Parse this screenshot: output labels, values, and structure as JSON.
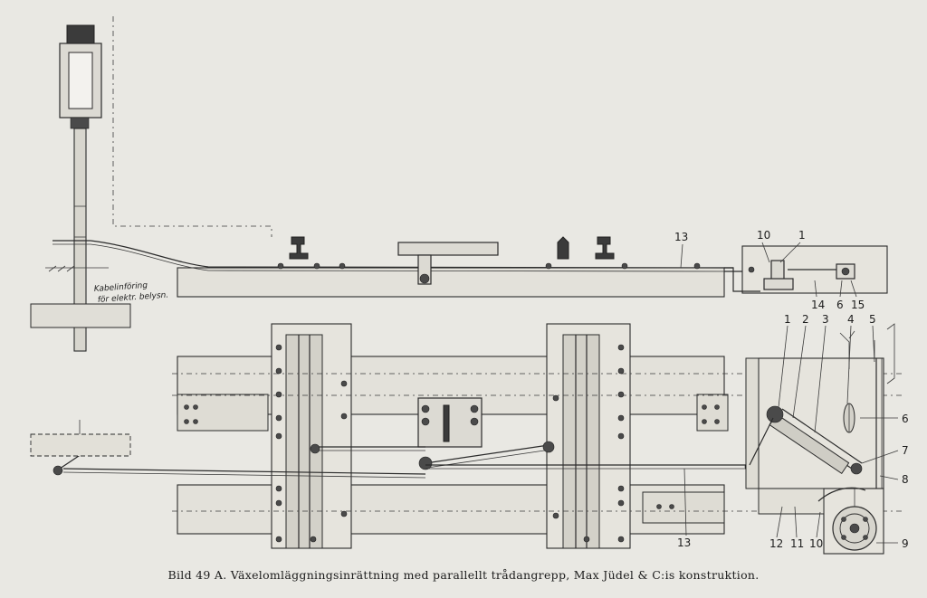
{
  "caption": "Bild 49 A.   Växelomläggningsinrättning med parallellt trådangrepp, Max Jüdel & C:is konstruktion.",
  "cable_note": [
    "Kabelinföring",
    "för elektr. belysn."
  ],
  "labels": {
    "side_10": "10",
    "side_1": "1",
    "side_13": "13",
    "side_14": "14",
    "side_6": "6",
    "side_15": "15",
    "plan_1": "1",
    "plan_2": "2",
    "plan_3": "3",
    "plan_4": "4",
    "plan_5": "5",
    "plan_6": "6",
    "plan_7": "7",
    "plan_8": "8",
    "plan_9": "9",
    "plan_12": "12",
    "plan_11": "11",
    "plan_10": "10",
    "plan_13": "13"
  },
  "colors": {
    "paper": "#e9e8e3",
    "ink": "#2b2b2b"
  }
}
